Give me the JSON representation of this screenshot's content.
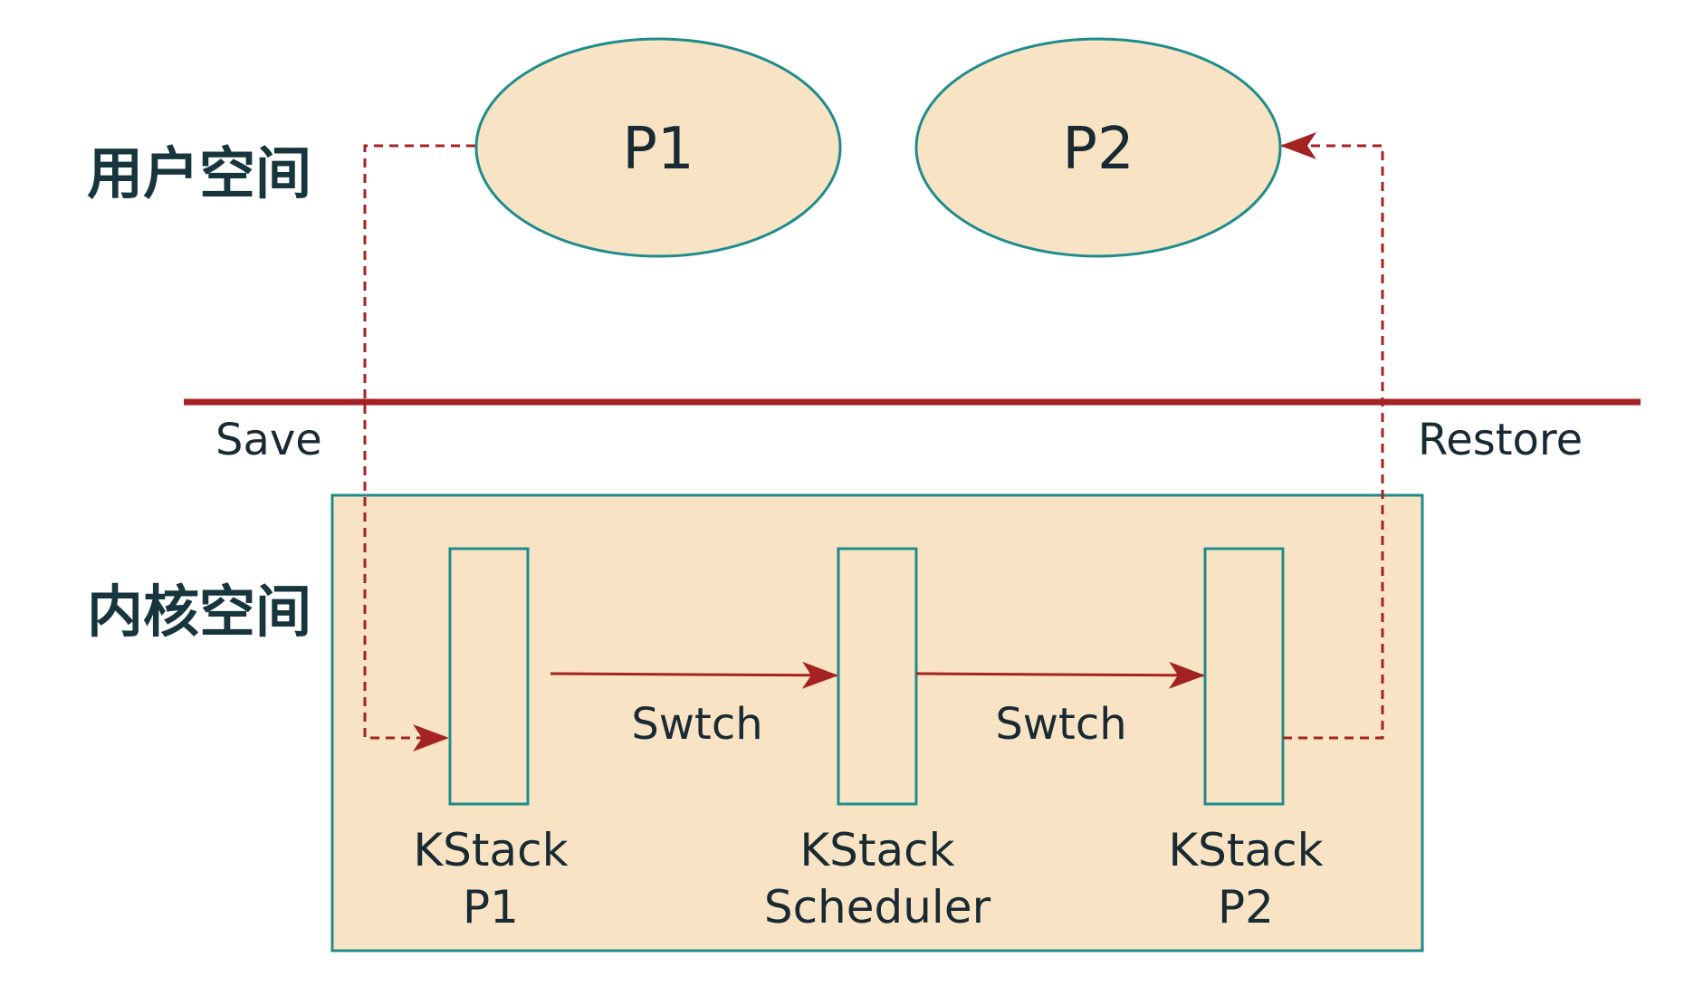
{
  "zones": {
    "user_space": "用户空间",
    "kernel_space": "内核空间"
  },
  "processes": {
    "p1": "P1",
    "p2": "P2"
  },
  "boundary": {
    "save": "Save",
    "restore": "Restore"
  },
  "stacks": [
    {
      "line1": "KStack",
      "line2": "P1"
    },
    {
      "line1": "KStack",
      "line2": "Scheduler"
    },
    {
      "line1": "KStack",
      "line2": "P2"
    }
  ],
  "switches": [
    "Swtch",
    "Swtch"
  ],
  "colors": {
    "fill": "#f8e4c4",
    "outline": "#1e8c8c",
    "arrow": "#a52222",
    "text": "#17353d"
  }
}
